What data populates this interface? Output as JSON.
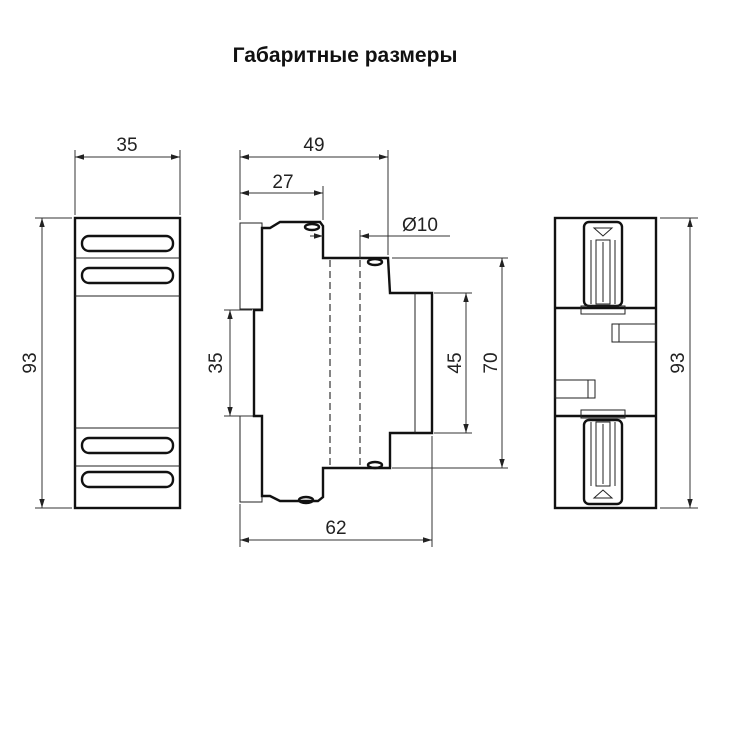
{
  "title": "Габаритные размеры",
  "dimensions": {
    "front_width": "35",
    "front_height": "93",
    "side_depth_total": "49",
    "side_depth_rail": "27",
    "hole_diameter": "Ø10",
    "rail_width": "35",
    "front_panel_height": "45",
    "step_height": "70",
    "overall_depth": "62",
    "rear_height": "93"
  }
}
